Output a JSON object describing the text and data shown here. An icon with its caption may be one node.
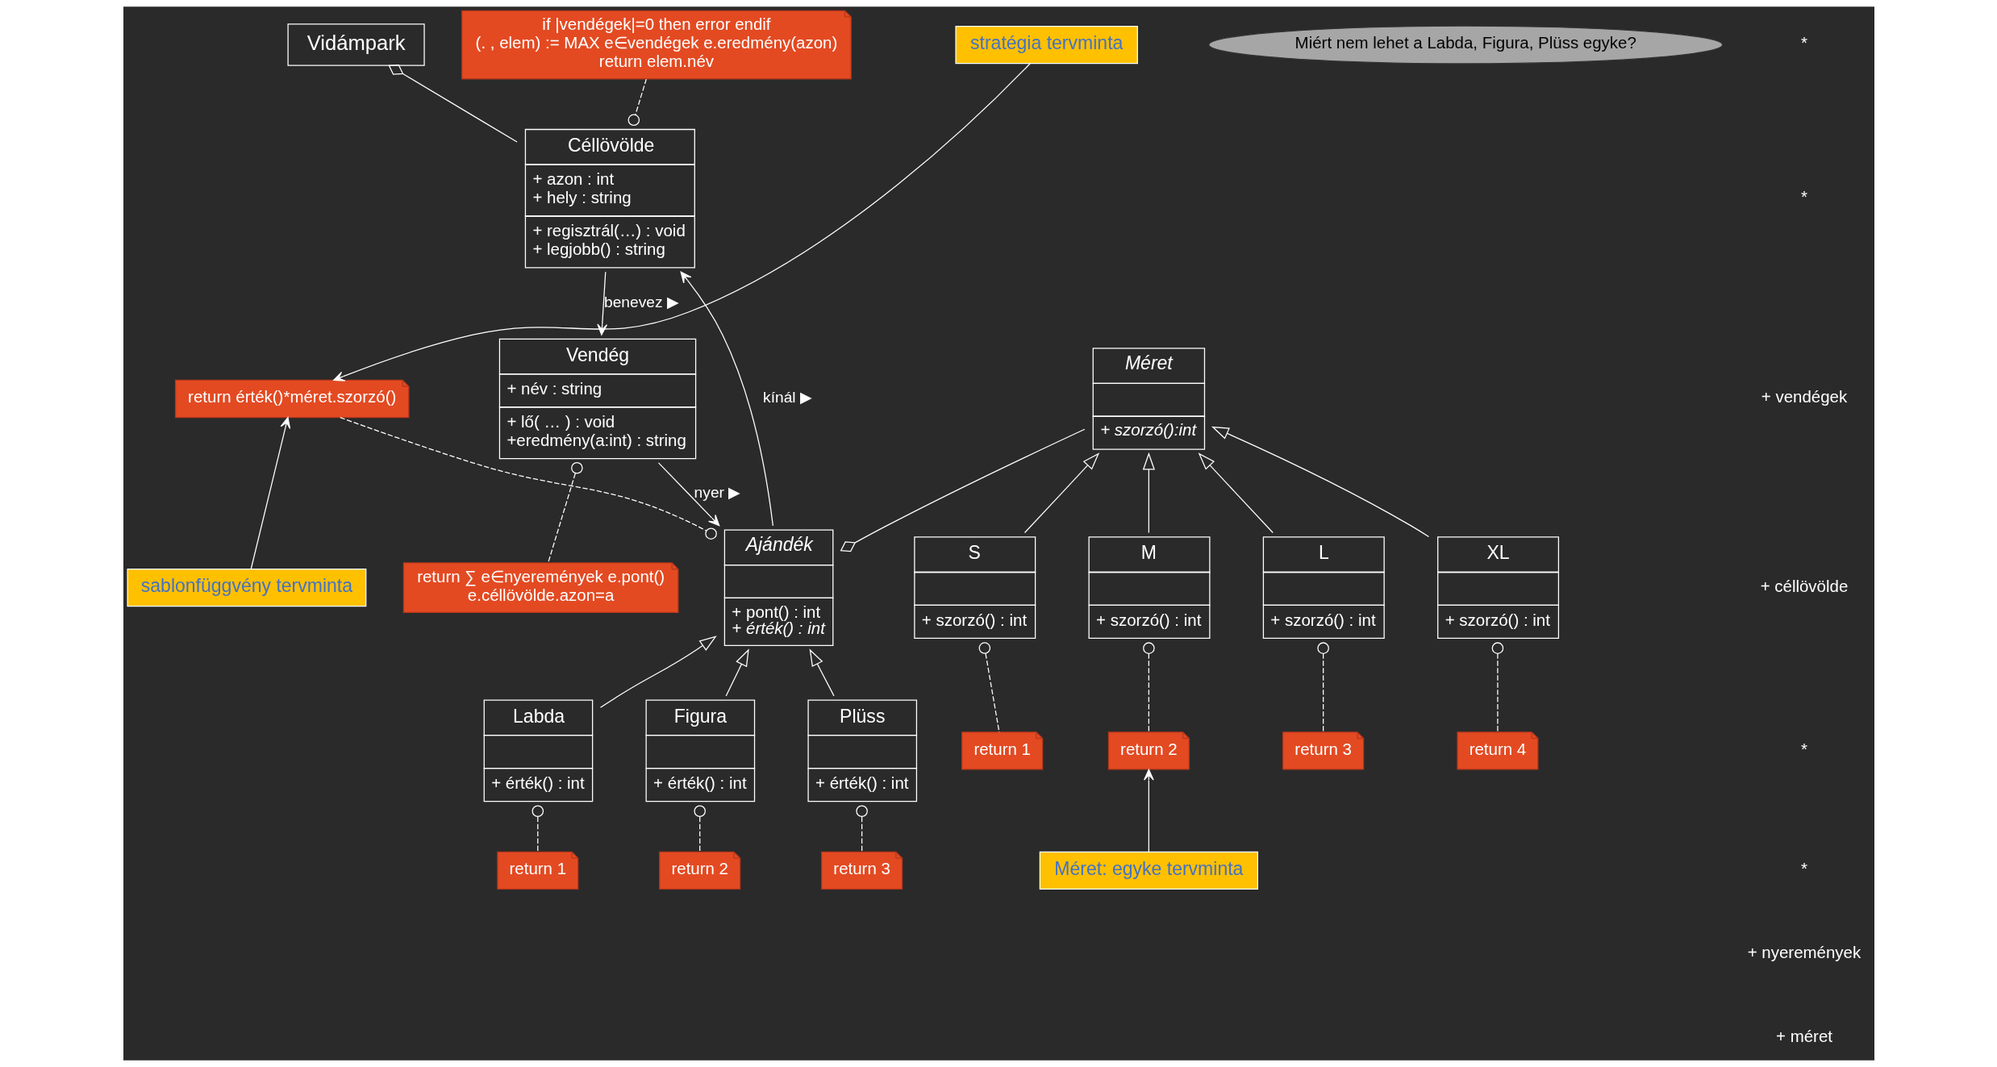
{
  "diagram": {
    "nodes": [
      {
        "text": [
          "Vidámpark"
        ]
      },
      {
        "text": [
          "Céllövölde",
          "+ azon : int",
          "+ hely : string",
          "+ regisztrál(…) : void",
          "+ legjobb() : string"
        ]
      },
      {
        "text": [
          "if |vendégek|=0 then error endif",
          "(. , elem) := MAX e∈vendégek e.eredmény(azon)",
          "return elem.név"
        ]
      },
      {
        "text": [
          "Vendég",
          "+ név : string",
          "+ lő( … ) : void",
          "+eredmény(a:int) : string"
        ]
      },
      {
        "text": [
          "Ajándék",
          "+ pont() : int",
          "+ érték() : int"
        ]
      },
      {
        "text": [
          "return érték()*méret.szorzó()"
        ]
      },
      {
        "text": [
          "stratégia tervminta"
        ]
      },
      {
        "text": [
          "Méret",
          "+ szorzó():int"
        ]
      },
      {
        "text": [
          "sablonfüggvény tervminta"
        ]
      },
      {
        "text": [
          "return ∑ e∈nyeremények e.pont()",
          "e.céllövölde.azon=a"
        ]
      },
      {
        "text": [
          "S",
          "+ szorzó() : int"
        ]
      },
      {
        "text": [
          "M",
          "+ szorzó() : int"
        ]
      },
      {
        "text": [
          "L",
          "+ szorzó() : int"
        ]
      },
      {
        "text": [
          "XL",
          "+ szorzó() : int"
        ]
      },
      {
        "text": [
          "return 1"
        ]
      },
      {
        "text": [
          "return 4"
        ]
      },
      {
        "text": [
          "return 2"
        ]
      },
      {
        "text": [
          "return 3"
        ]
      },
      {
        "text": [
          "Labda",
          "+ érték() : int"
        ]
      },
      {
        "text": [
          "Figura",
          "+ érték() : int"
        ]
      },
      {
        "text": [
          "Plüss",
          "+ érték() : int"
        ]
      },
      {
        "text": [
          "Miért nem lehet a Labda, Figura, Plüss egyke?"
        ]
      },
      {
        "text": [
          "return 1"
        ]
      },
      {
        "text": [
          "return 2"
        ]
      },
      {
        "text": [
          "return 3"
        ]
      },
      {
        "text": [
          "Méret: egyke tervminta"
        ]
      }
    ],
    "edges": [
      {
        "from": 0,
        "to": 1,
        "arrow": "other"
      },
      {
        "from": 1,
        "to": 3,
        "arrow": "to",
        "label": "benevez ▶"
      },
      {
        "from": 3,
        "to": 4,
        "arrow": "to",
        "label": "nyer ▶"
      },
      {
        "from": 4,
        "to": 1,
        "arrow": "to",
        "label": "kínál ▶"
      },
      {
        "from": 7,
        "to": 4,
        "arrow": "other"
      },
      {
        "from": 10,
        "to": 7,
        "arrow": "to"
      },
      {
        "from": 11,
        "to": 7,
        "arrow": "to"
      },
      {
        "from": 12,
        "to": 7,
        "arrow": "to"
      },
      {
        "from": 13,
        "to": 7,
        "arrow": "to"
      },
      {
        "from": 18,
        "to": 4,
        "arrow": "to"
      },
      {
        "from": 19,
        "to": 4,
        "arrow": "to"
      },
      {
        "from": 20,
        "to": 4,
        "arrow": "to"
      },
      {
        "from": 2,
        "to": 1,
        "arrow": "other",
        "style": "dashed"
      },
      {
        "from": 5,
        "to": 4,
        "arrow": "other",
        "style": "dashed"
      },
      {
        "from": 9,
        "to": 3,
        "arrow": "other",
        "style": "dashed"
      },
      {
        "from": 14,
        "to": 10,
        "arrow": "other",
        "style": "dashed"
      },
      {
        "from": 16,
        "to": 11,
        "arrow": "other",
        "style": "dashed"
      },
      {
        "from": 17,
        "to": 12,
        "arrow": "other",
        "style": "dashed"
      },
      {
        "from": 15,
        "to": 13,
        "arrow": "other",
        "style": "dashed"
      },
      {
        "from": 22,
        "to": 18,
        "arrow": "other",
        "style": "dashed"
      },
      {
        "from": 23,
        "to": 19,
        "arrow": "other",
        "style": "dashed"
      },
      {
        "from": 24,
        "to": 20,
        "arrow": "other",
        "style": "dashed"
      },
      {
        "from": 6,
        "to": 5,
        "arrow": "to"
      },
      {
        "from": 8,
        "to": 5,
        "arrow": "to"
      },
      {
        "from": 25,
        "to": 16,
        "arrow": "to"
      }
    ],
    "labels": [
      "*",
      "*",
      "+ vendégek",
      "+ céllövölde",
      "*",
      "*",
      "+ nyeremények",
      "+ méret"
    ]
  }
}
